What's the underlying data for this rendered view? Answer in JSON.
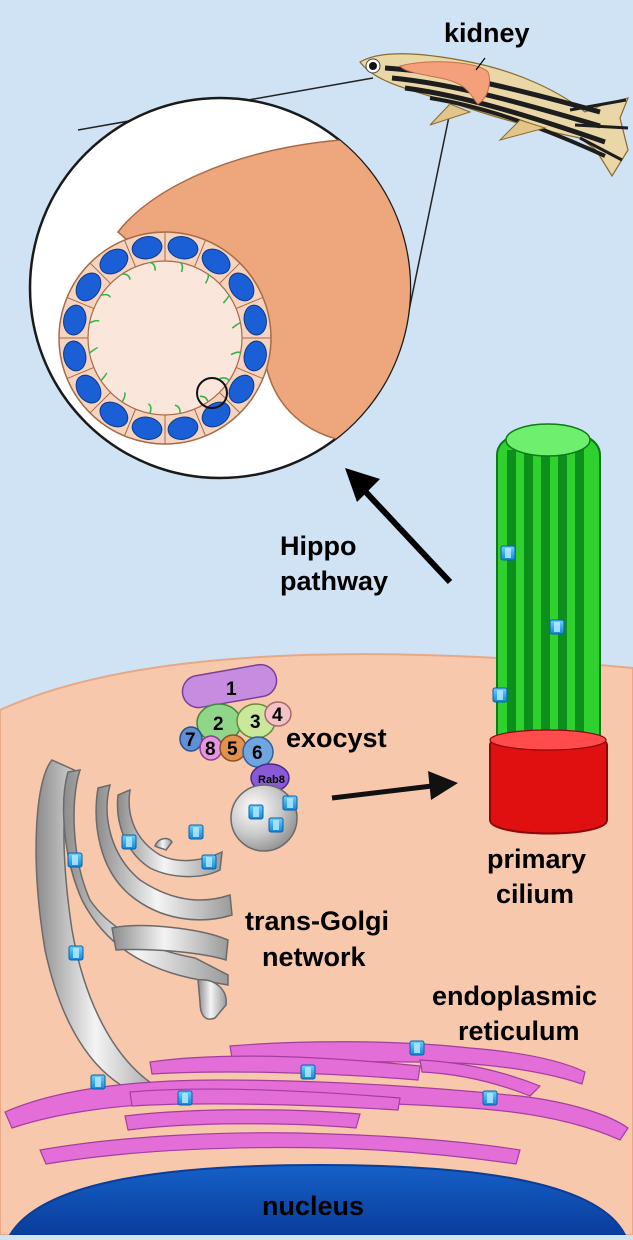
{
  "labels": {
    "kidney": "kidney",
    "hippo_line1": "Hippo",
    "hippo_line2": "pathway",
    "exocyst": "exocyst",
    "primary_line1": "primary",
    "primary_line2": "cilium",
    "golgi_line1": "trans-Golgi",
    "golgi_line2": "network",
    "er_line1": "endoplasmic",
    "er_line2": "reticulum",
    "nucleus": "nucleus",
    "rab8": "Rab8"
  },
  "exocyst_subunits": [
    "1",
    "2",
    "3",
    "4",
    "5",
    "6",
    "7",
    "8"
  ],
  "colors": {
    "background": "#cfe3f4",
    "cell": "#f8c8ad",
    "kidney_tube": "#eea77d",
    "lumen": "#fbe6dc",
    "epithelial_nucleus": "#1a5fd6",
    "cilium_green": "#2ed12e",
    "cilium_dark": "#0d8f1d",
    "basal_body": "#e01010",
    "er": "#e36ed8",
    "nucleus": "#1560c8",
    "cargo": "#2aa7ee"
  },
  "icons": [
    "zebrafish",
    "kidney-tubule-cross-section",
    "exocyst-complex",
    "vesicle",
    "golgi-stack",
    "er-membrane",
    "cargo-protein"
  ]
}
